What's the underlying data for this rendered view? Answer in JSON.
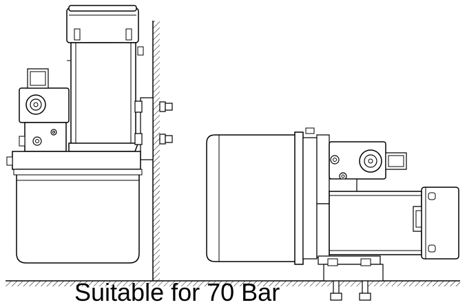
{
  "caption": {
    "text": "Suitable for 70 Bar"
  },
  "colors": {
    "line": "#000000",
    "fill": "#ffffff",
    "shade": "#e6e6e6"
  },
  "views": [
    {
      "name": "vertical-mount-view",
      "orientation": "vertical"
    },
    {
      "name": "horizontal-mount-view",
      "orientation": "horizontal"
    }
  ]
}
